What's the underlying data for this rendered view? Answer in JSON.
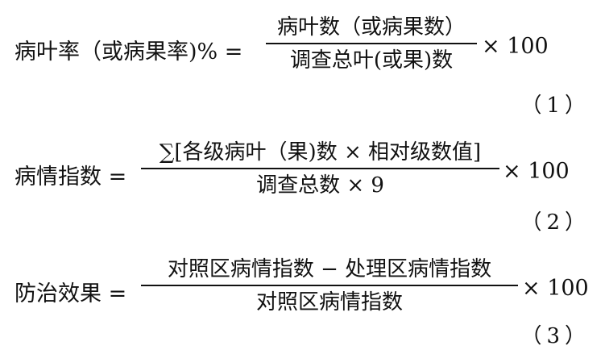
{
  "formulas": [
    {
      "lhs": "病叶率（或病果率)% =",
      "numerator": "病叶数（或病果数）",
      "denominator": "调查总叶(或果)数",
      "multiplier": "× 100",
      "number": "（1）"
    },
    {
      "lhs": "病情指数 =",
      "numerator": "∑[各级病叶（果)数 × 相对级数值]",
      "denominator": "调查总数 × 9",
      "multiplier": "× 100",
      "number": "（2）"
    },
    {
      "lhs": "防治效果 =",
      "numerator": "对照区病情指数 − 处理区病情指数",
      "denominator": "对照区病情指数",
      "multiplier": "× 100",
      "number": "（3）"
    }
  ]
}
